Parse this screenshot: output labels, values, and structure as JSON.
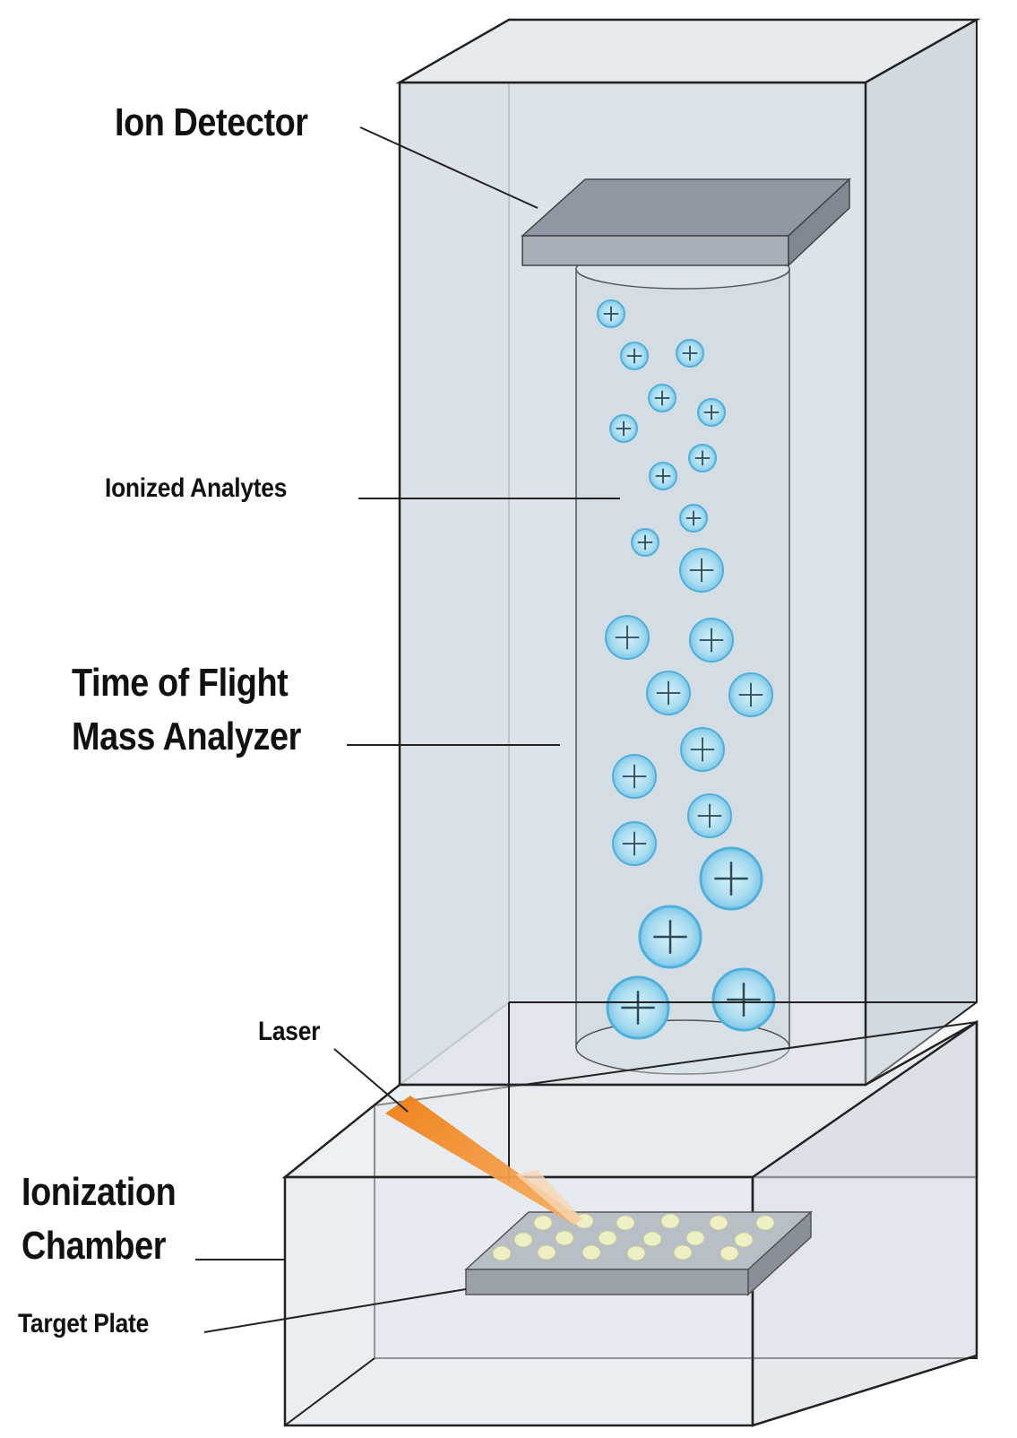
{
  "labels": {
    "ion_detector": "Ion Detector",
    "ionized_analytes": "Ionized Analytes",
    "tof_line1": "Time of Flight",
    "tof_line2": "Mass Analyzer",
    "laser": "Laser",
    "ionization_line1": "Ionization",
    "ionization_line2": "Chamber",
    "target_plate": "Target Plate"
  },
  "colors": {
    "box_fill": "#dce3ea",
    "box_stroke": "#222222",
    "detector_top": "#8e97a2",
    "detector_front": "#a7afb8",
    "ion_fill": "#a9dcef",
    "ion_stroke": "#4fb0dc",
    "laser": "#f08a1e",
    "sample_dot": "#eef0c4",
    "plate_top": "#b8bec5",
    "plate_front": "#9aa1a9"
  },
  "ions": [
    {
      "size": "small"
    },
    {
      "size": "small"
    },
    {
      "size": "small"
    },
    {
      "size": "small"
    },
    {
      "size": "small"
    },
    {
      "size": "small"
    },
    {
      "size": "small"
    },
    {
      "size": "small"
    },
    {
      "size": "small"
    },
    {
      "size": "small"
    },
    {
      "size": "medium"
    },
    {
      "size": "medium"
    },
    {
      "size": "medium"
    },
    {
      "size": "medium"
    },
    {
      "size": "medium"
    },
    {
      "size": "medium"
    },
    {
      "size": "medium"
    },
    {
      "size": "medium"
    },
    {
      "size": "medium"
    },
    {
      "size": "large"
    },
    {
      "size": "large"
    },
    {
      "size": "large"
    },
    {
      "size": "large"
    }
  ]
}
